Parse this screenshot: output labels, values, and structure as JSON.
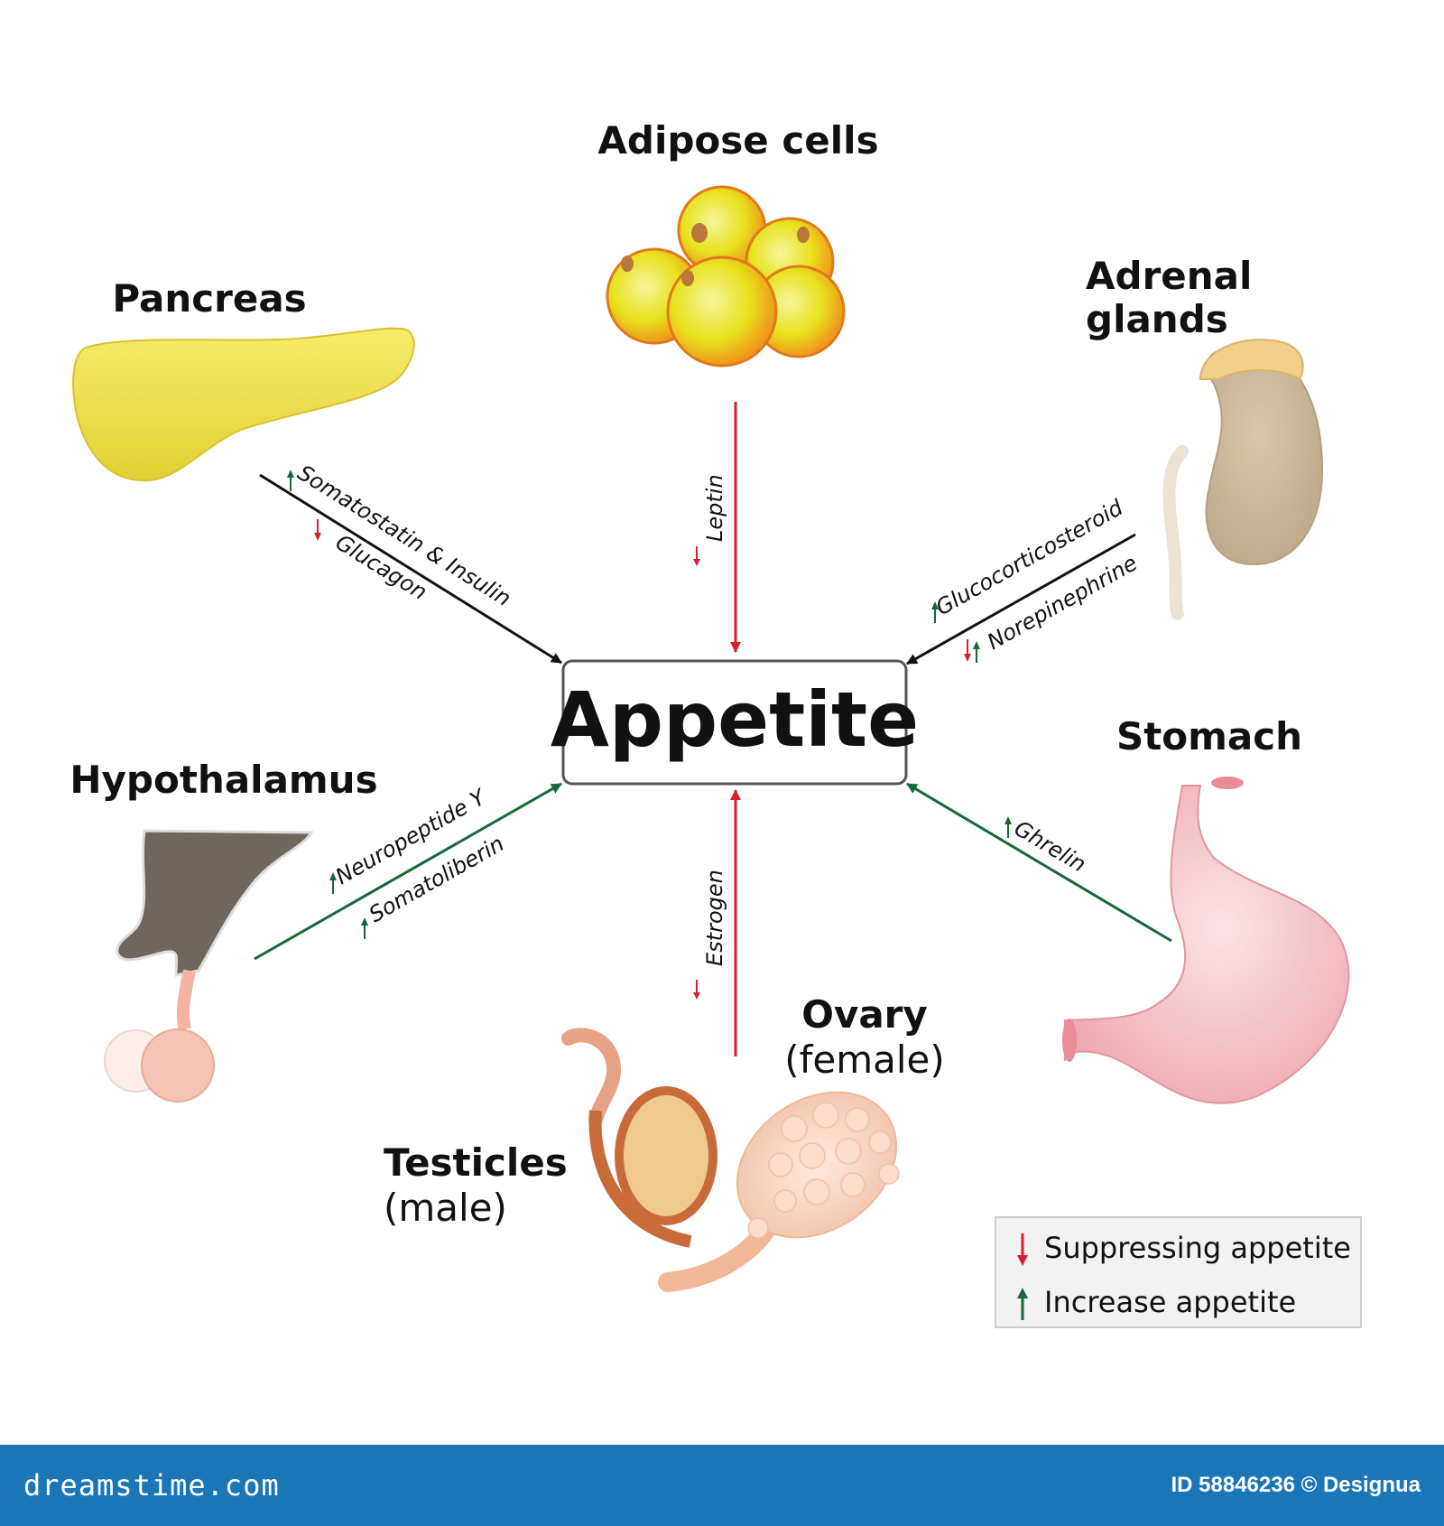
{
  "center": {
    "label": "Appetite"
  },
  "organs": {
    "adipose": {
      "title": "Adipose cells"
    },
    "pancreas": {
      "title": "Pancreas"
    },
    "adrenal": {
      "title_line1": "Adrenal",
      "title_line2": "glands"
    },
    "hypothalamus": {
      "title": "Hypothalamus"
    },
    "stomach": {
      "title": "Stomach"
    },
    "testicles": {
      "title": "Testicles",
      "subtitle": "(male)"
    },
    "ovary": {
      "title": "Ovary",
      "subtitle": "(female)"
    }
  },
  "hormones": {
    "leptin": "Leptin",
    "somatostatin_insulin": "Somatostatin & Insulin",
    "glucagon": "Glucagon",
    "glucocorticosteroid": "Glucocorticosteroid",
    "norepinephrine": "Norepinephrine",
    "neuropeptide_y": "Neuropeptide Y",
    "somatoliberin": "Somatoliberin",
    "ghrelin": "Ghrelin",
    "estrogen": "Estrogen"
  },
  "legend": {
    "suppress": "Suppressing appetite",
    "increase": "Increase appetite"
  },
  "colors": {
    "suppress": "#d4202c",
    "increase": "#14683a",
    "neutral": "#111111",
    "footer": "#1b76b8"
  },
  "footer": {
    "brand": "dreamstime.com",
    "id_text": "ID 58846236 © Designua"
  }
}
